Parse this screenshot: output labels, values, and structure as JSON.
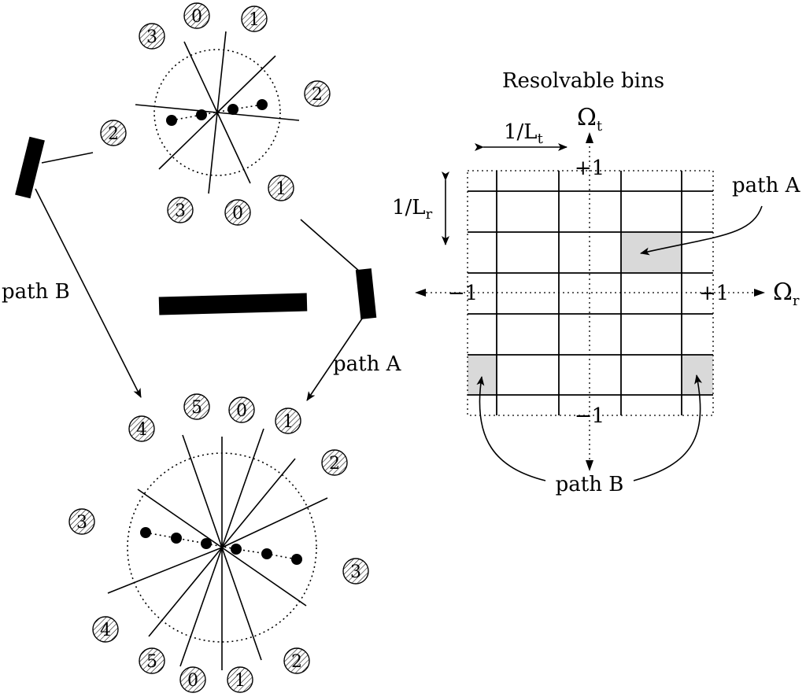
{
  "labels": {
    "title": "Resolvable bins",
    "path_a": "path A",
    "path_b": "path B",
    "omega_t": "Ω",
    "omega_t_sub": "t",
    "omega_r": "Ω",
    "omega_r_sub": "r",
    "plus_one": "+1",
    "minus_one": "−1",
    "bin_width_t": "1/L",
    "bin_width_t_sub": "t",
    "bin_width_r": "1/L",
    "bin_width_r_sub": "r"
  },
  "top_array": {
    "beams": [
      "0",
      "1",
      "2",
      "3",
      "0",
      "1",
      "2",
      "3"
    ],
    "element_count": 4
  },
  "bottom_array": {
    "beams": [
      "0",
      "1",
      "2",
      "3",
      "4",
      "5",
      "0",
      "1",
      "2",
      "3",
      "4",
      "5"
    ],
    "element_count": 6
  },
  "bin_grid": {
    "highlighted": [
      "path A",
      "path B",
      "path B"
    ],
    "highlight_color": "#d9d9d9"
  }
}
